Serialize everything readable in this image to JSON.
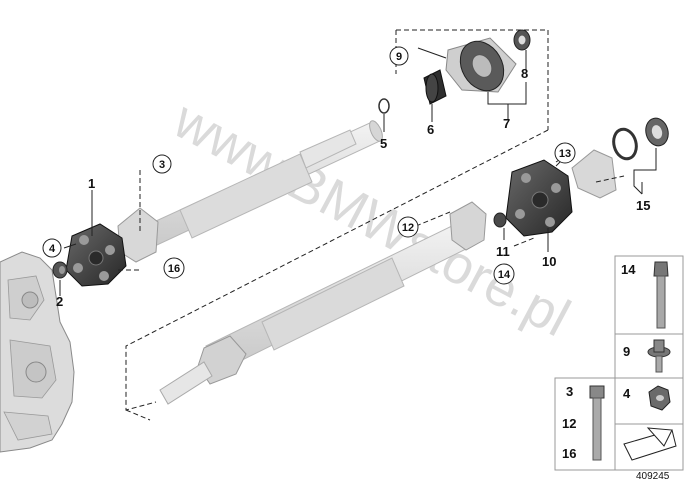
{
  "diagram": {
    "reference_number": "409245",
    "watermark": "www.BMWstore.pl",
    "callouts": [
      {
        "id": "1",
        "label": "1"
      },
      {
        "id": "2",
        "label": "2"
      },
      {
        "id": "3",
        "label": "3"
      },
      {
        "id": "4",
        "label": "4"
      },
      {
        "id": "5",
        "label": "5"
      },
      {
        "id": "6",
        "label": "6"
      },
      {
        "id": "7",
        "label": "7"
      },
      {
        "id": "8",
        "label": "8"
      },
      {
        "id": "9",
        "label": "9"
      },
      {
        "id": "10",
        "label": "10"
      },
      {
        "id": "11",
        "label": "11"
      },
      {
        "id": "12",
        "label": "12"
      },
      {
        "id": "13",
        "label": "13"
      },
      {
        "id": "14",
        "label": "14"
      },
      {
        "id": "15",
        "label": "15"
      },
      {
        "id": "16",
        "label": "16"
      }
    ],
    "legend": {
      "bolt_long": "14",
      "bolt_flange": "9",
      "bolt_group": [
        "3",
        "12",
        "16"
      ],
      "nut": "4"
    },
    "colors": {
      "shaft": "#e2e2e2",
      "shaft_edge": "#bcbcbc",
      "coupling": "#3b3b3b",
      "bearing": "#505050",
      "line": "#222222",
      "watermark": "#bdbdbd"
    }
  }
}
